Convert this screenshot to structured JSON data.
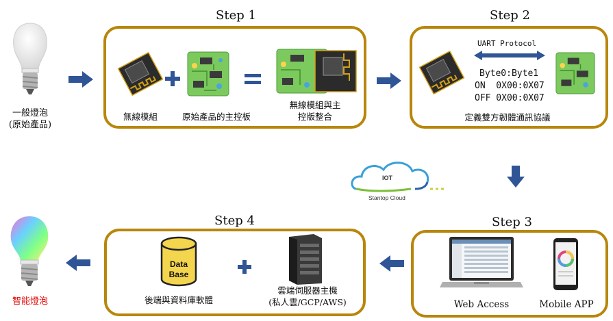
{
  "steps": {
    "step1": {
      "title": "Step 1",
      "wifi_module": "無線模組",
      "main_board": "原始產品的主控板",
      "integrated": [
        "無線模組與主",
        "控版整合"
      ]
    },
    "step2": {
      "title": "Step 2",
      "protocol": "UART Protocol",
      "bytes_header": "Byte0:Byte1",
      "on_row": "ON  0X00:0X07",
      "off_row": "OFF 0X00:0X07",
      "caption": "定義雙方韌體通訊協議"
    },
    "step3": {
      "title": "Step 3",
      "web": "Web Access",
      "mobile": "Mobile APP"
    },
    "step4": {
      "title": "Step 4",
      "db_line1": "Data",
      "db_line2": "Base",
      "backend": "後端與資料庫軟體",
      "server": [
        "雲端伺服器主機",
        "(私人雲/GCP/AWS)"
      ]
    }
  },
  "bulb_original": [
    "一般燈泡",
    "(原始產品)"
  ],
  "bulb_smart": "智能燈泡",
  "cloud": {
    "label": "IOT",
    "brand": "Stantop Cloud"
  },
  "colors": {
    "frame": "#b8860b",
    "arrow": "#2f5597",
    "smart_text": "#e00000",
    "pcb": "#7cc95e",
    "db": "#f3d54e"
  }
}
